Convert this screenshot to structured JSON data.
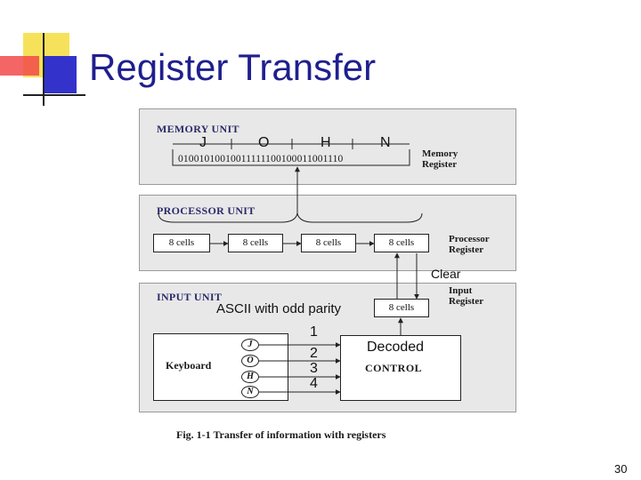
{
  "slide": {
    "title": "Register Transfer",
    "page_number": "30"
  },
  "memory_unit": {
    "label": "MEMORY UNIT",
    "letters": [
      "J",
      "O",
      "H",
      "N"
    ],
    "bits": "01001010010011111100100011001110",
    "register_label_line1": "Memory",
    "register_label_line2": "Register"
  },
  "processor_unit": {
    "label": "PROCESSOR UNIT",
    "cells": [
      "8 cells",
      "8 cells",
      "8 cells",
      "8 cells"
    ],
    "register_label_line1": "Processor",
    "register_label_line2": "Register"
  },
  "clear_label": "Clear",
  "input_unit": {
    "label": "INPUT UNIT",
    "parity_text": "ASCII with odd parity",
    "cell": "8 cells",
    "register_label_line1": "Input",
    "register_label_line2": "Register",
    "keyboard_label": "Keyboard",
    "keys": [
      "J",
      "O",
      "H",
      "N"
    ],
    "numbers": [
      "1",
      "2",
      "3",
      "4"
    ],
    "decoded_label": "Decoded",
    "control_label": "CONTROL"
  },
  "caption": "Fig. 1-1  Transfer of information with registers"
}
